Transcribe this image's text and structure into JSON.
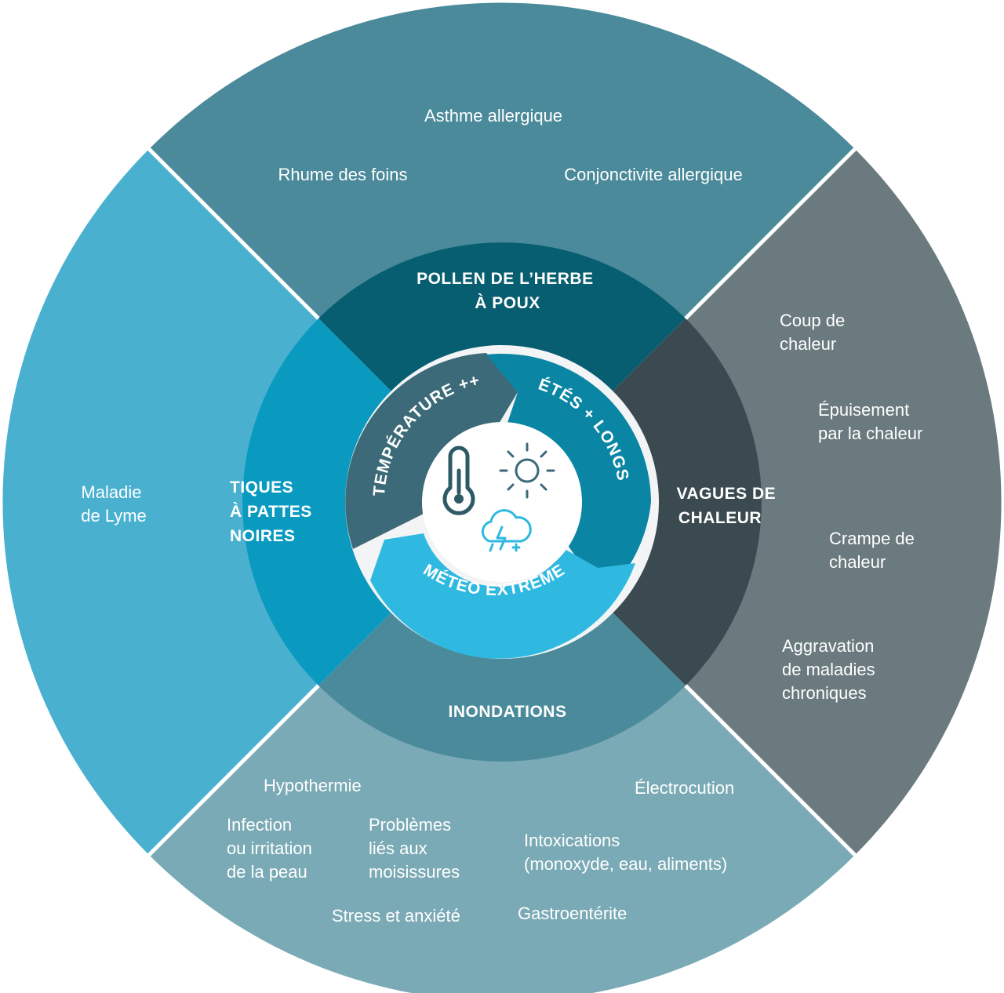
{
  "colors": {
    "top_outer": "#4a8a9a",
    "right_outer": "#6a7a7e",
    "bottom_outer": "#7aaab5",
    "left_outer": "#4ab0cf",
    "top_mid": "#075e70",
    "right_mid": "#3a4a50",
    "bottom_mid": "#4a8a9a",
    "left_mid": "#0a9ac0",
    "inner_ring": "#f2f4f5",
    "arrow_temperature": "#3c6a78",
    "arrow_etes": "#0a86a4",
    "arrow_meteo": "#2fb9e0",
    "icon_stroke": "#2e5a66",
    "icon_sun": "#3c6a78",
    "icon_storm": "#2fb9e0"
  },
  "icons": [
    "thermometer-icon",
    "sun-icon",
    "storm-cloud-icon"
  ],
  "center": {
    "temperature": "TEMPÉRATURE ++",
    "etes": "ÉTÉS + LONGS",
    "meteo": "MÉTÉO EXTRÊME"
  },
  "segments": {
    "top": {
      "label": [
        "POLLEN DE L’HERBE",
        "À POUX"
      ],
      "items": [
        [
          "Asthme allergique"
        ],
        [
          "Rhume des foins"
        ],
        [
          "Conjonctivite allergique"
        ]
      ]
    },
    "right": {
      "label": [
        "VAGUES DE",
        "CHALEUR"
      ],
      "items": [
        [
          "Coup de",
          "chaleur"
        ],
        [
          "Épuisement",
          "par la chaleur"
        ],
        [
          "Crampe de",
          "chaleur"
        ],
        [
          "Aggravation",
          "de maladies",
          "chroniques"
        ]
      ]
    },
    "bottom": {
      "label": [
        "INONDATIONS"
      ],
      "items": [
        [
          "Hypothermie"
        ],
        [
          "Électrocution"
        ],
        [
          "Infection",
          "ou irritation",
          "de la peau"
        ],
        [
          "Problèmes",
          "liés aux",
          "moisissures"
        ],
        [
          "Intoxications",
          "(monoxyde, eau, aliments)"
        ],
        [
          "Stress et anxiété"
        ],
        [
          "Gastroentérite"
        ]
      ]
    },
    "left": {
      "label": [
        "TIQUES",
        "À PATTES",
        "NOIRES"
      ],
      "items": [
        [
          "Maladie",
          "de Lyme"
        ]
      ]
    }
  }
}
